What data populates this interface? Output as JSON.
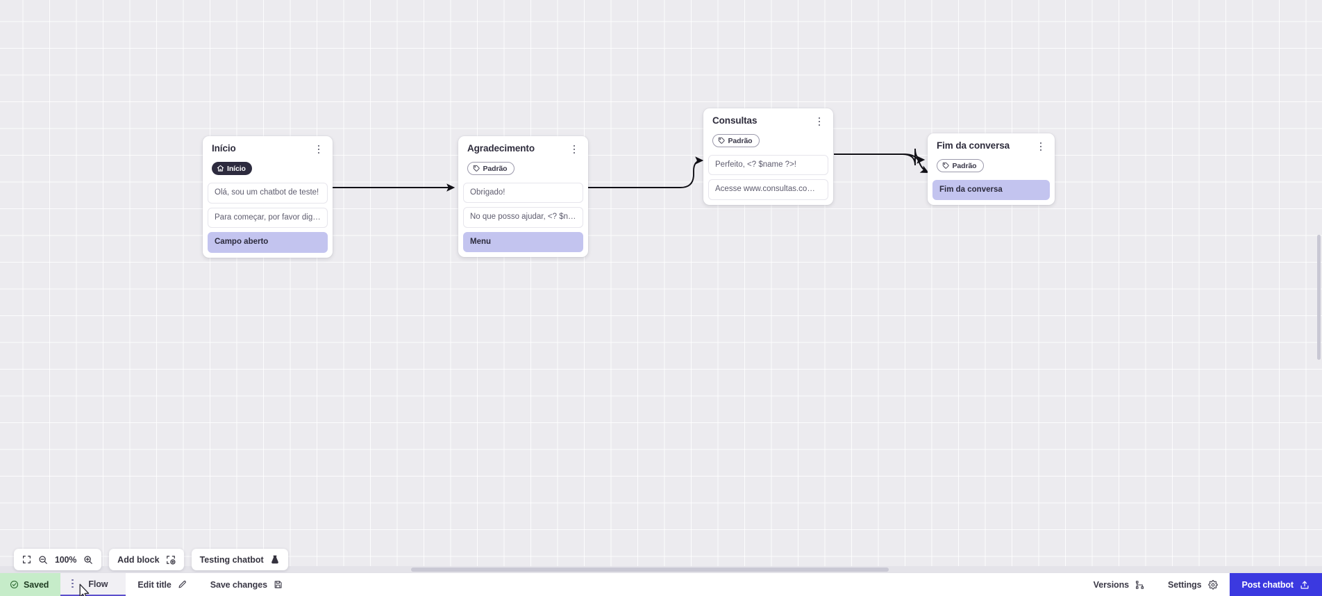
{
  "canvas": {
    "zoom_level": "100%",
    "nodes": [
      {
        "id": "inicio",
        "title": "Início",
        "badge": {
          "label": "Início",
          "icon": "home-icon",
          "style": "dark"
        },
        "rows": [
          {
            "text": "Olá, sou um chatbot de teste!",
            "highlight": false
          },
          {
            "text": "Para começar, por favor digite o ...",
            "highlight": false
          },
          {
            "text": "Campo aberto",
            "highlight": true
          }
        ]
      },
      {
        "id": "agradecimento",
        "title": "Agradecimento",
        "badge": {
          "label": "Padrão",
          "icon": "tag-icon",
          "style": "outline"
        },
        "rows": [
          {
            "text": "Obrigado!",
            "highlight": false
          },
          {
            "text": "No que posso ajudar, <? $name ...",
            "highlight": false
          },
          {
            "text": "Menu",
            "highlight": true
          }
        ]
      },
      {
        "id": "consultas",
        "title": "Consultas",
        "badge": {
          "label": "Padrão",
          "icon": "tag-icon",
          "style": "outline"
        },
        "rows": [
          {
            "text": "Perfeito, <? $name ?>!",
            "highlight": false
          },
          {
            "text": "Acesse www.consultas.com par...",
            "highlight": false
          }
        ]
      },
      {
        "id": "fim",
        "title": "Fim da conversa",
        "badge": {
          "label": "Padrão",
          "icon": "tag-icon",
          "style": "outline"
        },
        "rows": [
          {
            "text": "Fim da conversa",
            "highlight": true
          }
        ]
      }
    ]
  },
  "toolbar": {
    "fit_icon": "fit-screen-icon",
    "zoom_out_icon": "zoom-out-icon",
    "zoom_level": "100%",
    "zoom_in_icon": "zoom-in-icon",
    "add_block_label": "Add block",
    "add_block_icon": "add-block-icon",
    "testing_label": "Testing chatbot",
    "testing_icon": "flask-icon"
  },
  "bottombar": {
    "saved_label": "Saved",
    "saved_icon": "check-circle-icon",
    "flow_label": "Flow",
    "flow_kebab_icon": "kebab-icon",
    "edit_title_label": "Edit title",
    "edit_title_icon": "pencil-icon",
    "save_changes_label": "Save changes",
    "save_changes_icon": "floppy-icon",
    "versions_label": "Versions",
    "versions_icon": "branch-icon",
    "settings_label": "Settings",
    "settings_icon": "gear-icon",
    "post_label": "Post chatbot",
    "post_icon": "upload-icon"
  },
  "colors": {
    "accent": "#3b39e0",
    "tab_underline": "#5b4ecc",
    "saved_bg": "#c6ecc9",
    "highlight_row": "#c3c4ef",
    "badge_dark": "#2d2b3e",
    "canvas_bg": "#ecebef"
  }
}
